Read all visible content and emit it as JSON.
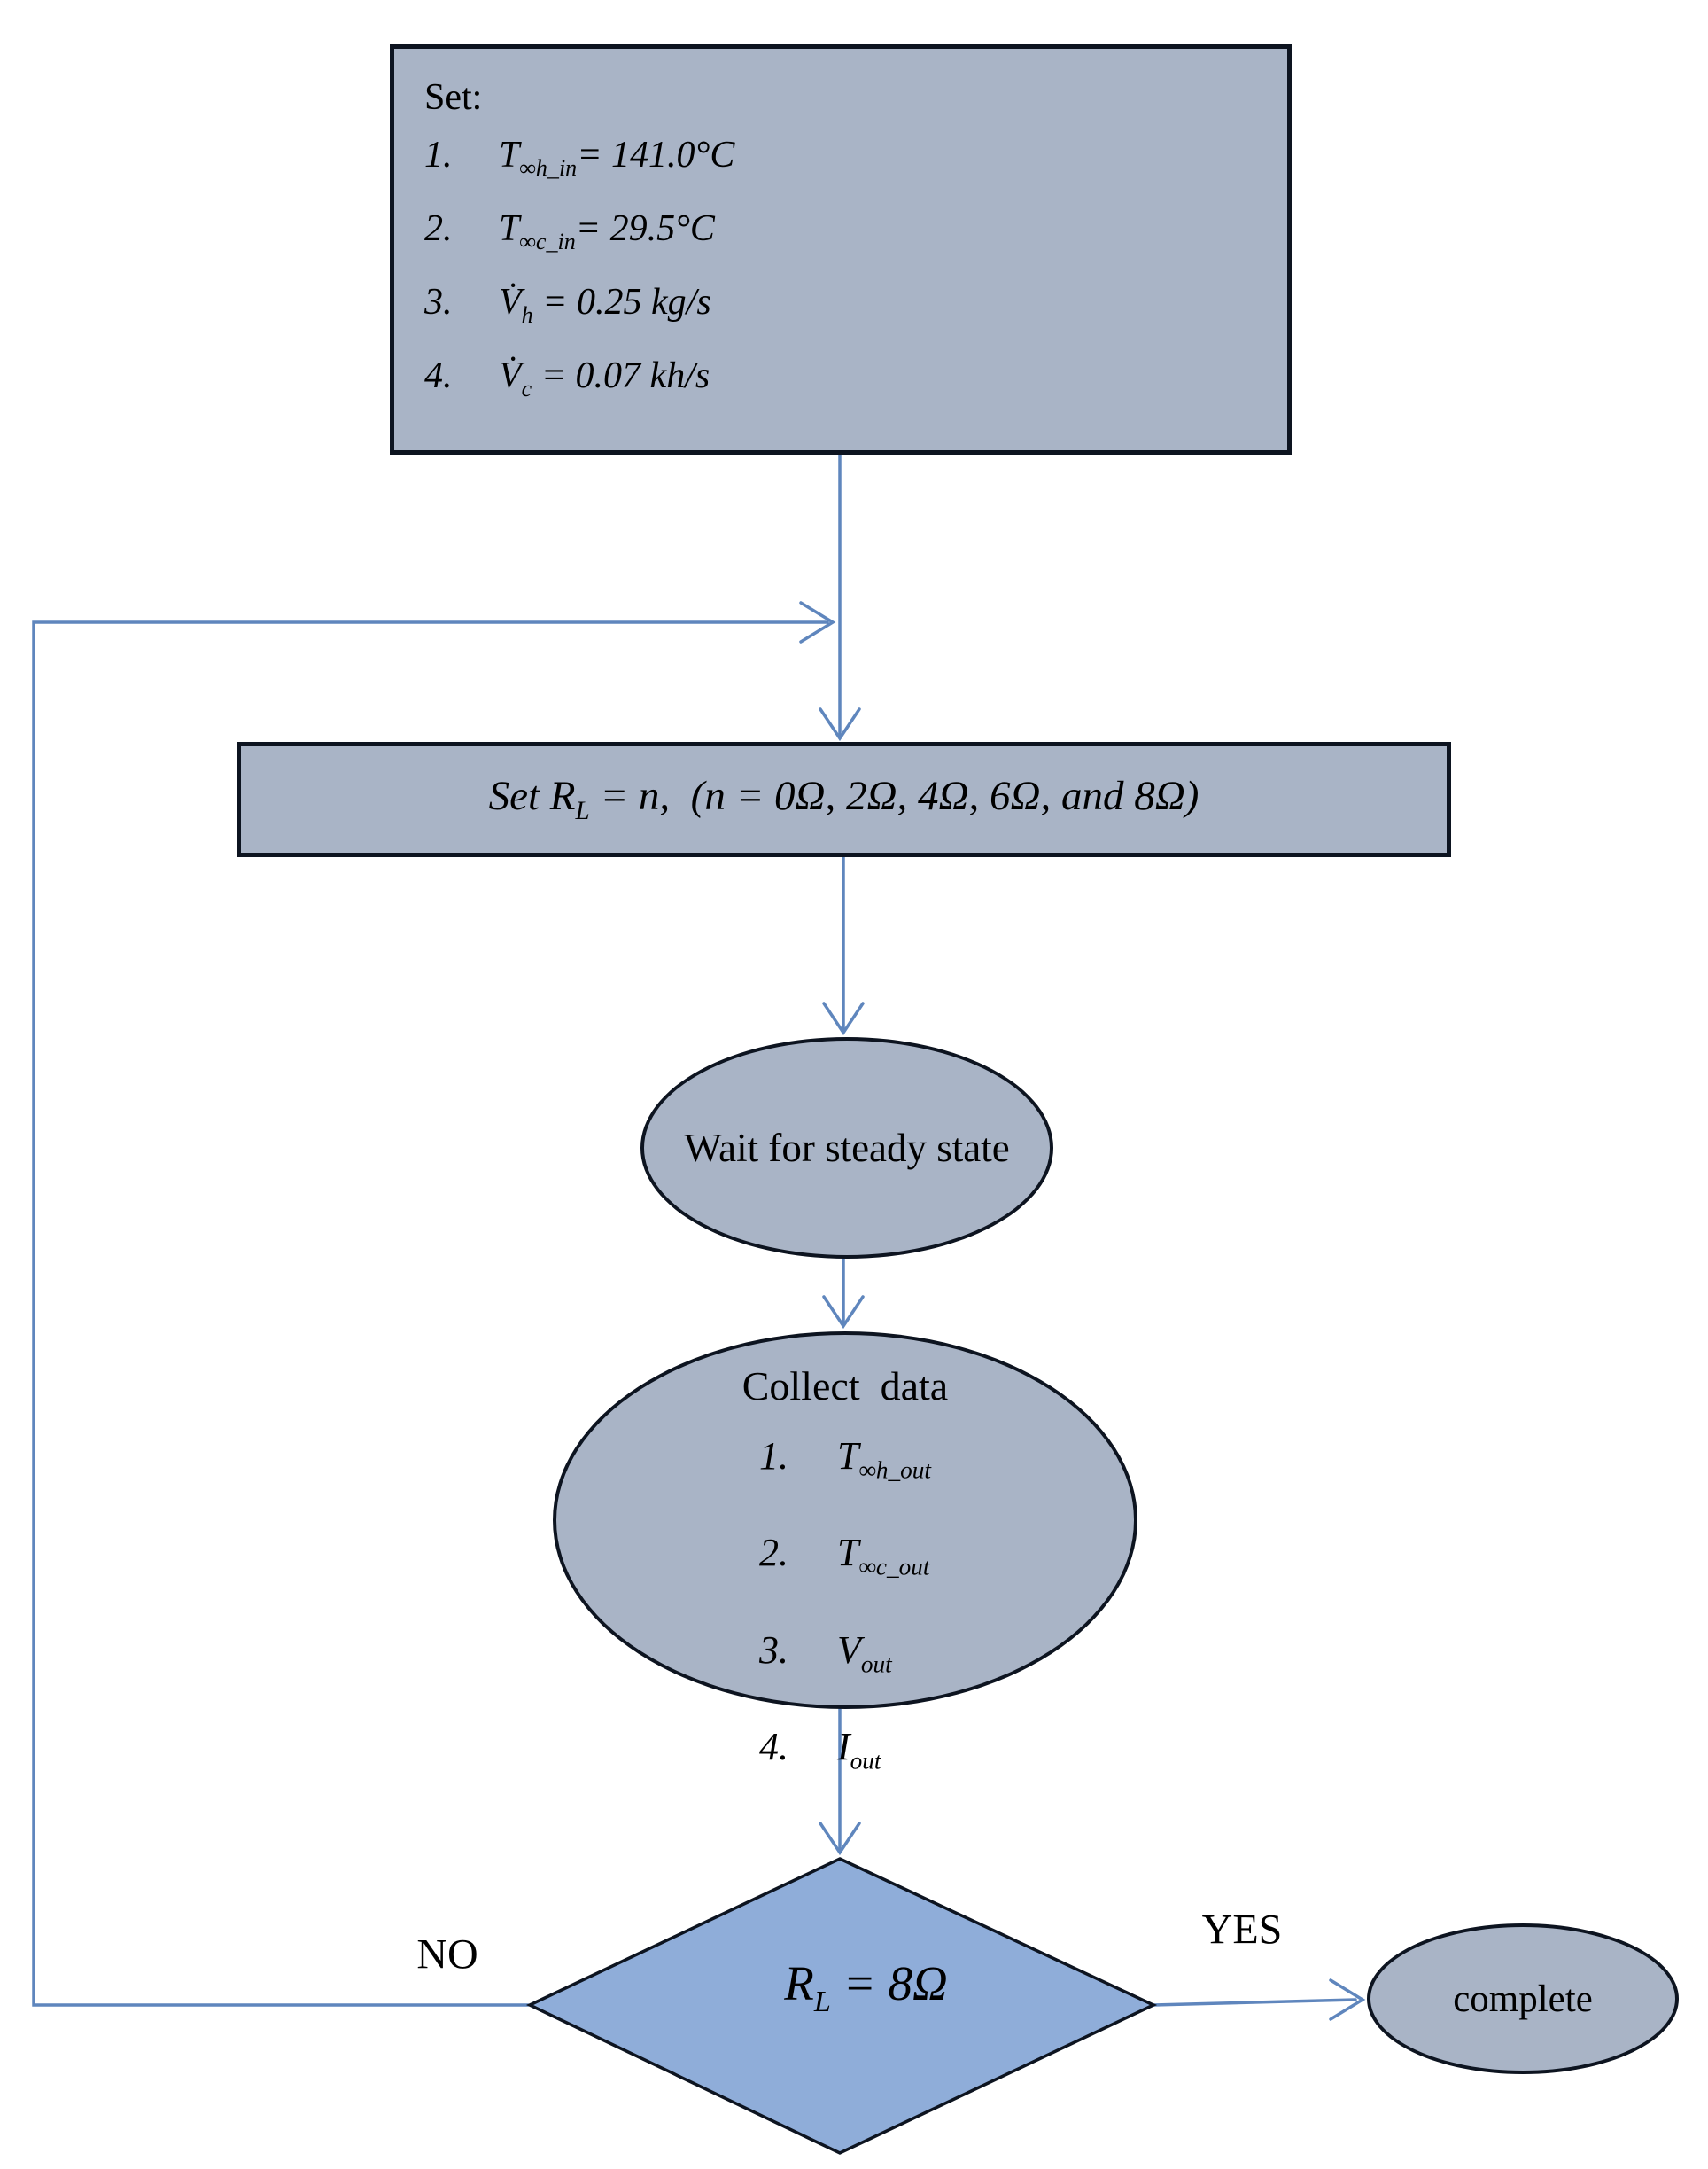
{
  "setup_box": {
    "title": "Set:",
    "items": [
      {
        "num": "1.",
        "base": "T",
        "sub": "∞h_in",
        "rest": "= 141.0°C"
      },
      {
        "num": "2.",
        "base": "T",
        "sub": "∞c_in",
        "rest": "= 29.5°C"
      },
      {
        "num": "3.",
        "base": "V̇",
        "sub": "h",
        "rest": " = 0.25 kg/s"
      },
      {
        "num": "4.",
        "base": "V̇",
        "sub": "c",
        "rest": " = 0.07 kh/s"
      }
    ]
  },
  "set_rl_box": {
    "prefix": "Set R",
    "sub": "L",
    "rest": " = n,  (n = 0Ω, 2Ω, 4Ω, 6Ω, and 8Ω)"
  },
  "wait_ellipse": {
    "label": "Wait for steady state"
  },
  "collect_ellipse": {
    "title": "Collect  data",
    "items": [
      {
        "num": "1.",
        "base": "T",
        "sub": "∞h_out"
      },
      {
        "num": "2.",
        "base": "T",
        "sub": "∞c_out"
      },
      {
        "num": "3.",
        "base": "V",
        "sub": "out"
      },
      {
        "num": "4.",
        "base": "I",
        "sub": "out"
      }
    ]
  },
  "decision_diamond": {
    "base": "R",
    "sub": "L",
    "rest": " = 8Ω"
  },
  "complete_ellipse": {
    "label": "complete"
  },
  "branch_labels": {
    "no": "NO",
    "yes": "YES"
  },
  "colors": {
    "shape_fill": "#a9b4c6",
    "diamond_fill": "#8fadd9",
    "connector": "#5f86bd",
    "shape_border": "#0d1420"
  }
}
